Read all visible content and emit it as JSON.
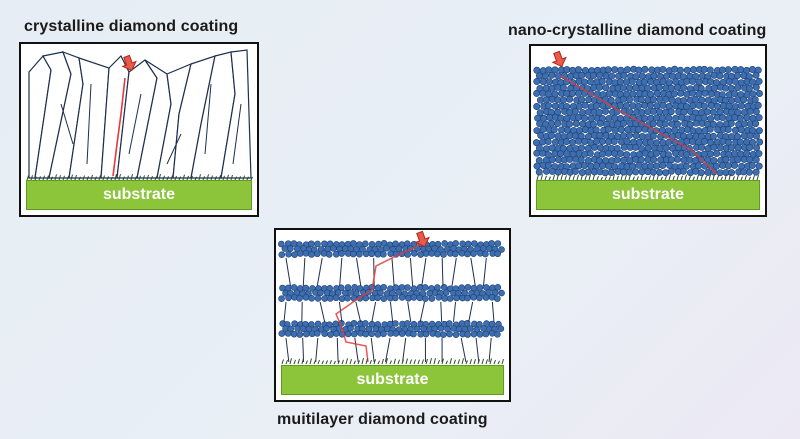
{
  "panels": {
    "crystalline": {
      "caption": "crystalline diamond coating",
      "substrate_label": "substrate"
    },
    "nano": {
      "caption": "nano-crystalline diamond coating",
      "substrate_label": "substrate"
    },
    "multilayer": {
      "caption": "muitilayer diamond coating",
      "substrate_label": "substrate"
    }
  },
  "colors": {
    "background": "#e8eef5",
    "substrate": "#8cc43a",
    "grain_fill": "#3d6fb0",
    "grain_stroke": "#1e3f73",
    "crack": "#e23b3b",
    "arrow": "#e85a4a",
    "crystal_line": "#1f2f4f"
  },
  "icons": {
    "crack_arrow": "down-arrow-icon"
  }
}
